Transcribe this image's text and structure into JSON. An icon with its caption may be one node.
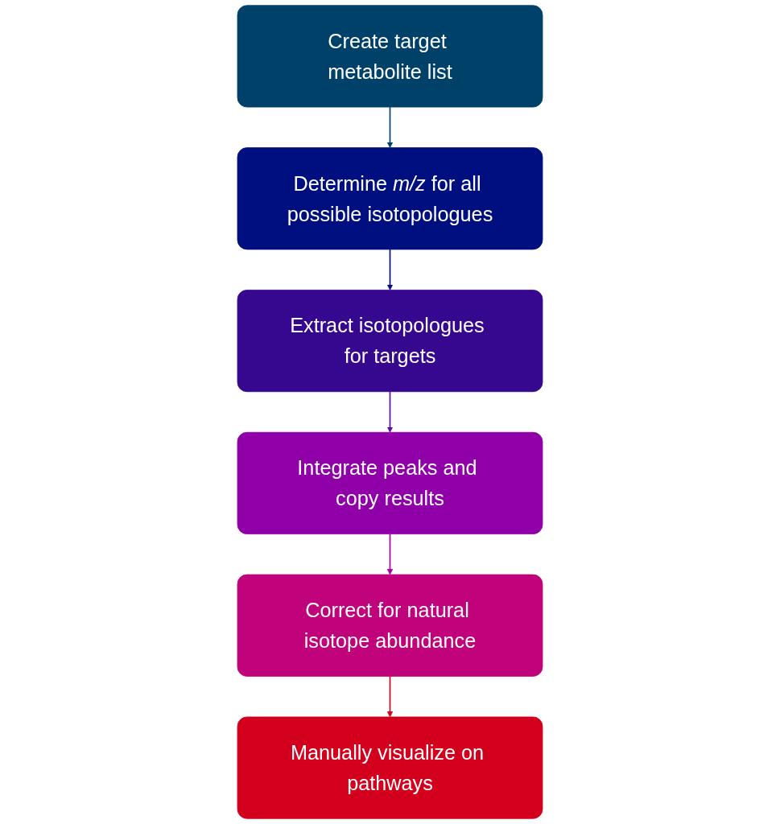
{
  "diagram": {
    "nodes": [
      {
        "text": [
          "Create target metabolite list"
        ]
      },
      {
        "text": [
          "Determine *m/z* for all possible isotopologues"
        ]
      },
      {
        "text": [
          "Extract isotopologues for targets"
        ]
      },
      {
        "text": [
          "Integrate peaks and copy results"
        ]
      },
      {
        "text": [
          "Correct for natural isotope abundance"
        ]
      },
      {
        "text": [
          "Manually visualize on pathways"
        ]
      }
    ],
    "edges": [
      {
        "from": 0,
        "to": 1,
        "arrow": "to",
        "color": "#00416a"
      },
      {
        "from": 1,
        "to": 2,
        "arrow": "to",
        "color": "#000f7f"
      },
      {
        "from": 2,
        "to": 3,
        "arrow": "to",
        "color": "#5a0aa0"
      },
      {
        "from": 3,
        "to": 4,
        "arrow": "to",
        "color": "#a800a0"
      },
      {
        "from": 4,
        "to": 5,
        "arrow": "to",
        "color": "#d2001c"
      }
    ]
  }
}
